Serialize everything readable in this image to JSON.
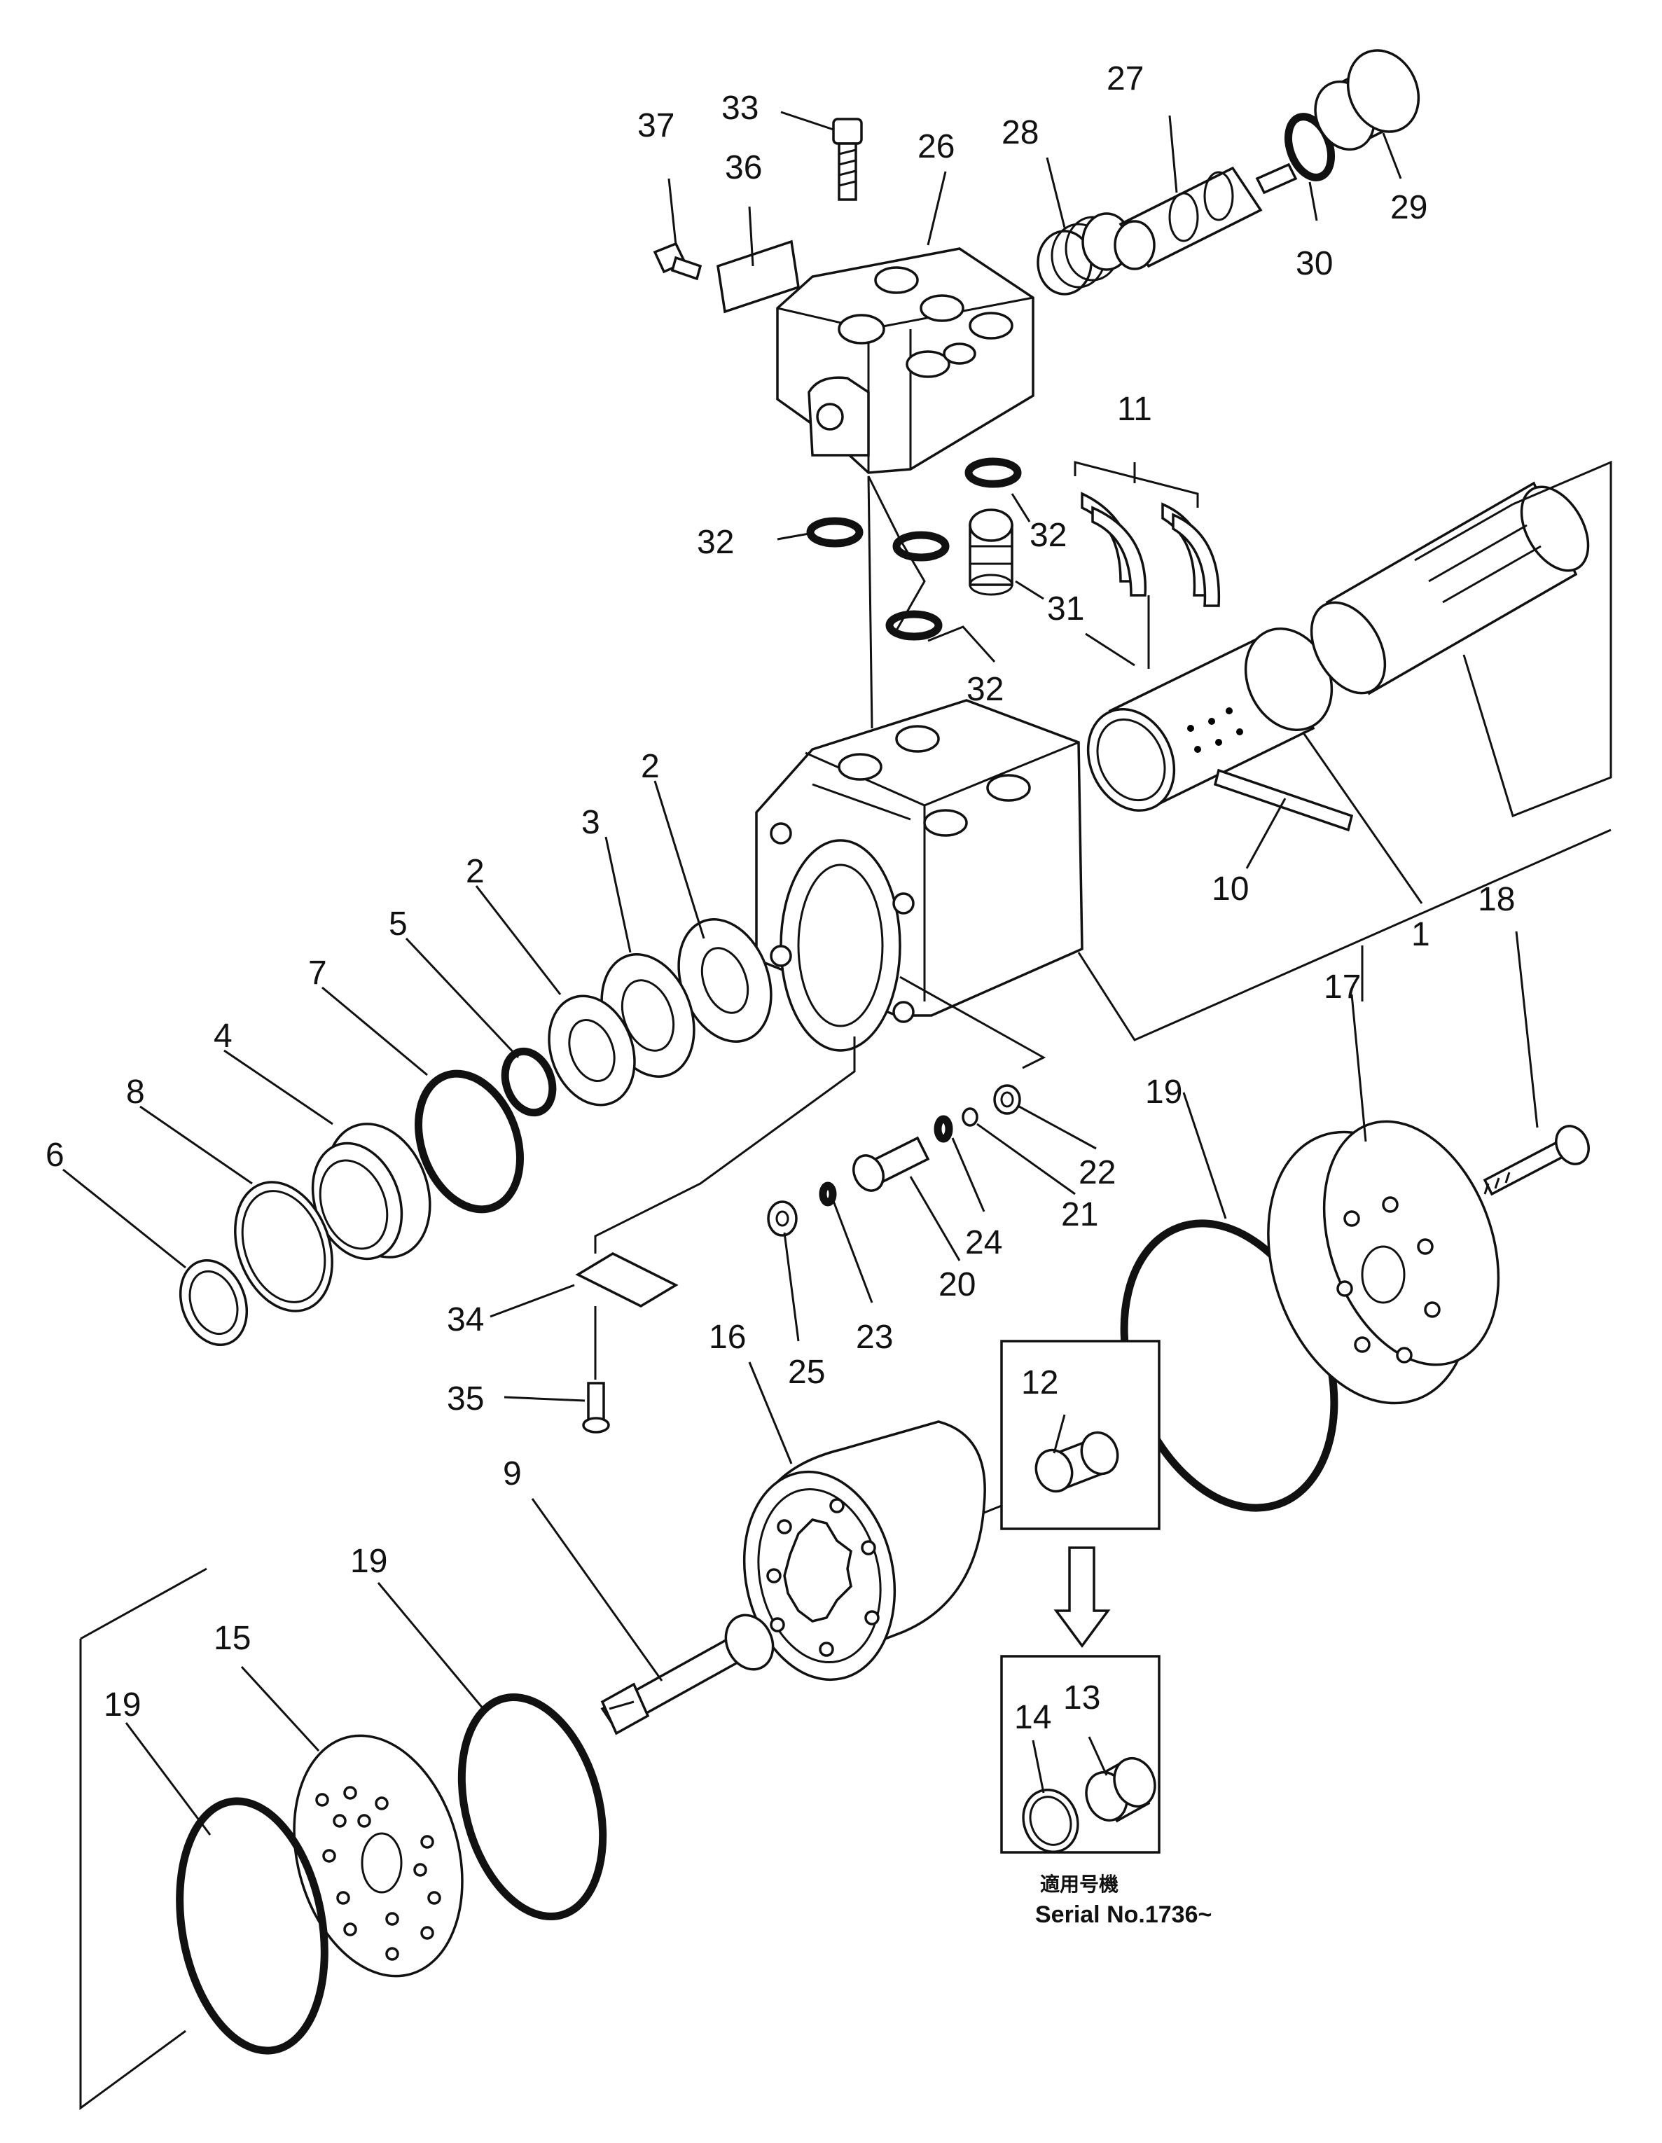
{
  "labels": [
    {
      "id": "37",
      "text": "37"
    },
    {
      "id": "36",
      "text": "36"
    },
    {
      "id": "33",
      "text": "33"
    },
    {
      "id": "26",
      "text": "26"
    },
    {
      "id": "28",
      "text": "28"
    },
    {
      "id": "27",
      "text": "27"
    },
    {
      "id": "30",
      "text": "30"
    },
    {
      "id": "29",
      "text": "29"
    },
    {
      "id": "11",
      "text": "11"
    },
    {
      "id": "32a",
      "text": "32"
    },
    {
      "id": "32b",
      "text": "32"
    },
    {
      "id": "32c",
      "text": "32"
    },
    {
      "id": "31",
      "text": "31"
    },
    {
      "id": "10",
      "text": "10"
    },
    {
      "id": "1",
      "text": "1"
    },
    {
      "id": "18",
      "text": "18"
    },
    {
      "id": "17",
      "text": "17"
    },
    {
      "id": "2a",
      "text": "2"
    },
    {
      "id": "3",
      "text": "3"
    },
    {
      "id": "2b",
      "text": "2"
    },
    {
      "id": "5",
      "text": "5"
    },
    {
      "id": "7",
      "text": "7"
    },
    {
      "id": "4",
      "text": "4"
    },
    {
      "id": "8",
      "text": "8"
    },
    {
      "id": "6",
      "text": "6"
    },
    {
      "id": "19a",
      "text": "19"
    },
    {
      "id": "22",
      "text": "22"
    },
    {
      "id": "21",
      "text": "21"
    },
    {
      "id": "24",
      "text": "24"
    },
    {
      "id": "20",
      "text": "20"
    },
    {
      "id": "23",
      "text": "23"
    },
    {
      "id": "25",
      "text": "25"
    },
    {
      "id": "34",
      "text": "34"
    },
    {
      "id": "35",
      "text": "35"
    },
    {
      "id": "16",
      "text": "16"
    },
    {
      "id": "12",
      "text": "12"
    },
    {
      "id": "9",
      "text": "9"
    },
    {
      "id": "19b",
      "text": "19"
    },
    {
      "id": "15",
      "text": "15"
    },
    {
      "id": "19c",
      "text": "19"
    },
    {
      "id": "14",
      "text": "14"
    },
    {
      "id": "13",
      "text": "13"
    }
  ],
  "note": {
    "applicable": "適用号機",
    "serial": "Serial No.1736~"
  }
}
